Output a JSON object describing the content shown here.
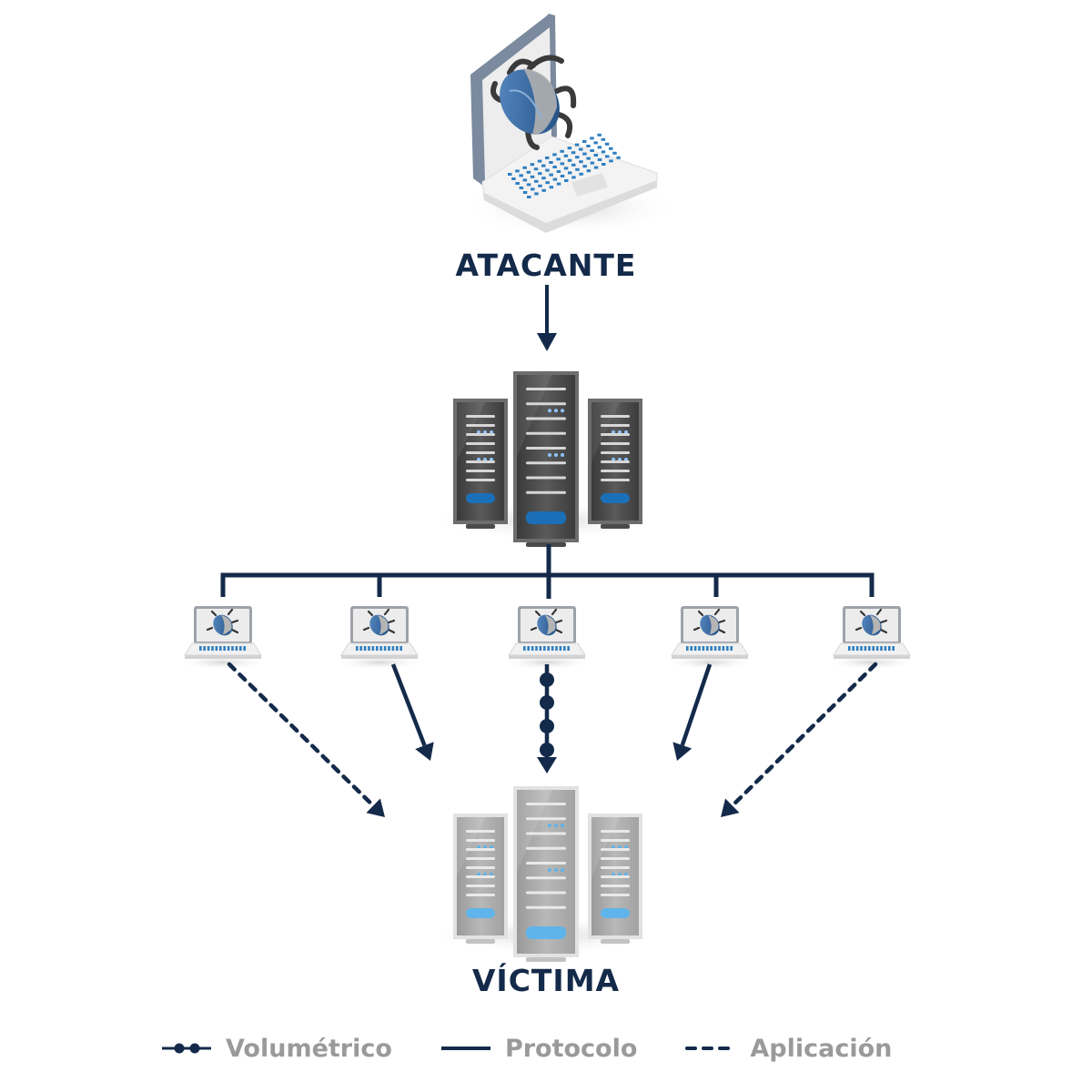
{
  "diagram": {
    "type": "network-attack-flow",
    "nodes": {
      "attacker": {
        "label": "ATACANTE",
        "icon": "infected-laptop-icon"
      },
      "relay": {
        "label": "",
        "icon": "dark-server-rack-icon"
      },
      "bots": [
        {
          "icon": "infected-laptop-icon",
          "attack_type": "Aplicación"
        },
        {
          "icon": "infected-laptop-icon",
          "attack_type": "Protocolo"
        },
        {
          "icon": "infected-laptop-icon",
          "attack_type": "Volumétrico"
        },
        {
          "icon": "infected-laptop-icon",
          "attack_type": "Protocolo"
        },
        {
          "icon": "infected-laptop-icon",
          "attack_type": "Aplicación"
        }
      ],
      "victim": {
        "label": "VÍCTIMA",
        "icon": "light-server-rack-icon"
      }
    },
    "edges": [
      {
        "from": "attacker",
        "to": "relay",
        "style": "solid"
      },
      {
        "from": "relay",
        "to": "bots",
        "style": "tree"
      },
      {
        "from": "bot-1",
        "to": "victim",
        "style": "dashed"
      },
      {
        "from": "bot-2",
        "to": "victim",
        "style": "solid"
      },
      {
        "from": "bot-3",
        "to": "victim",
        "style": "dotted-beads"
      },
      {
        "from": "bot-4",
        "to": "victim",
        "style": "solid"
      },
      {
        "from": "bot-5",
        "to": "victim",
        "style": "dashed"
      }
    ]
  },
  "legend": [
    {
      "label": "Volumétrico",
      "style": "dotted-beads"
    },
    {
      "label": "Protocolo",
      "style": "solid"
    },
    {
      "label": "Aplicación",
      "style": "dashed"
    }
  ],
  "colors": {
    "line": "#142a4a",
    "title": "#142a4a",
    "legend_text": "#9a9a9a",
    "accent_blue": "#2f7fc1",
    "dark_server": "#4a4a4a",
    "light_server": "#b8b8b8"
  }
}
